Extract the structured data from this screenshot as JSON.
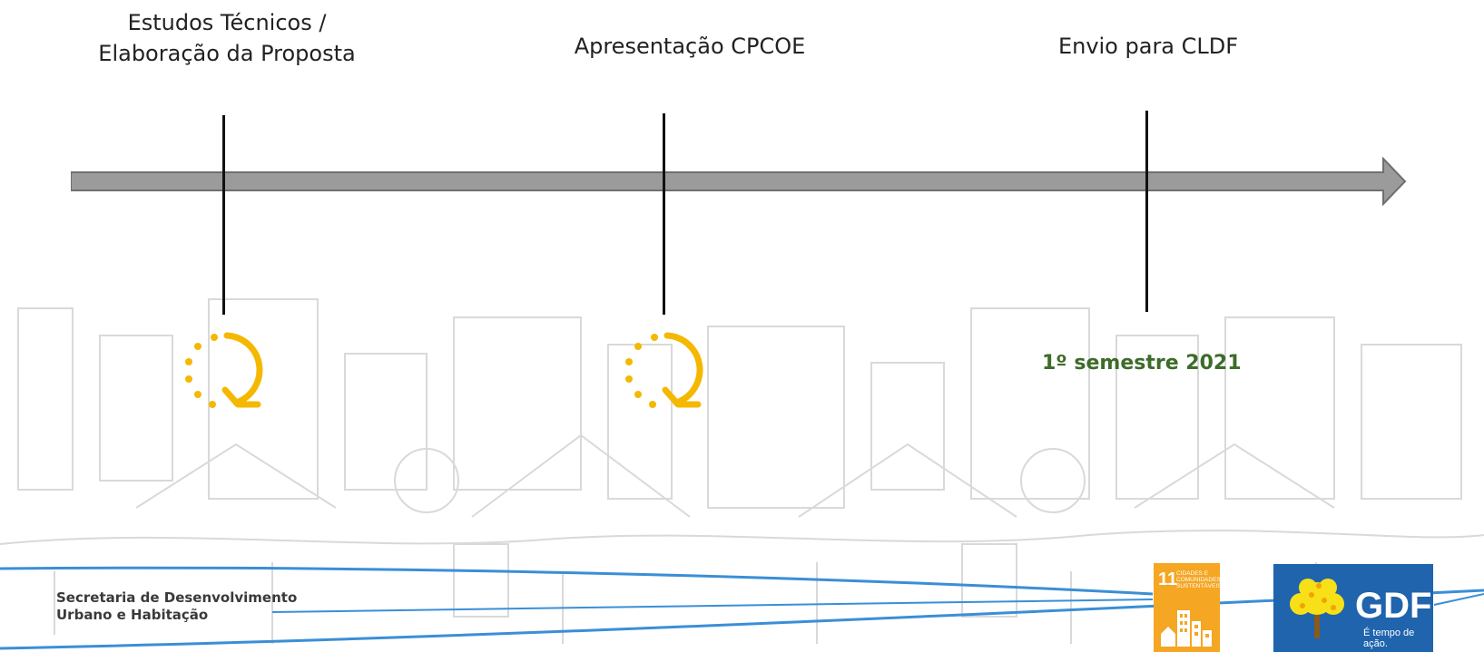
{
  "timeline": {
    "milestones": [
      {
        "label_line1": "Estudos Técnicos /",
        "label_line2": "Elaboração da Proposta",
        "status_icon": "in-progress-icon"
      },
      {
        "label": "Apresentação CPCOE",
        "status_icon": "in-progress-icon"
      },
      {
        "label": "Envio para CLDF",
        "date": "1º semestre 2021"
      }
    ]
  },
  "footer": {
    "org_line1": "Secretaria de Desenvolvimento",
    "org_line2": "Urbano e Habitação",
    "sdg_badge": {
      "number": "11",
      "text": "CIDADES E COMUNIDADES SUSTENTÁVEIS",
      "color": "#f5a623"
    },
    "gdf_badge": {
      "wordmark": "GDF",
      "slogan": "É tempo de ação.",
      "color": "#1f64ad"
    }
  },
  "colors": {
    "accent_icon": "#f5b800",
    "date_text": "#3e6b2a",
    "arrow_fill": "#9b9b9b"
  }
}
